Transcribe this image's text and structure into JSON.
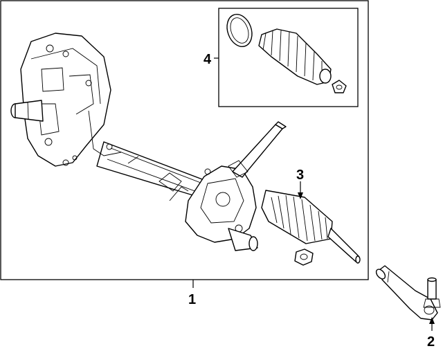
{
  "callouts": {
    "c1": "1",
    "c2": "2",
    "c3": "3",
    "c4": "4"
  },
  "parts": [
    {
      "id": "1",
      "name": "steering-gear-assembly"
    },
    {
      "id": "2",
      "name": "outer-tie-rod-end"
    },
    {
      "id": "3",
      "name": "boot-kit"
    },
    {
      "id": "4",
      "name": "boot-kit-inset"
    }
  ],
  "colors": {
    "ink": "#000000",
    "paper": "#ffffff"
  }
}
